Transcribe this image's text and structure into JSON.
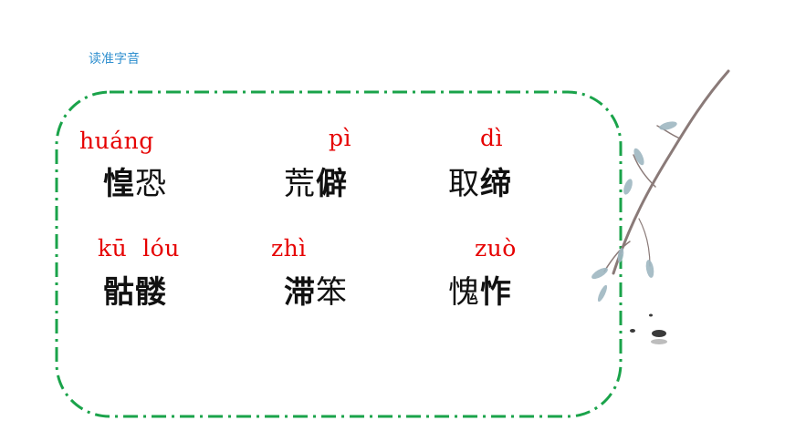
{
  "heading": "读准字音",
  "items": [
    {
      "pinyin": "huáng",
      "chars": [
        {
          "t": "惶",
          "bold": true
        },
        {
          "t": "恐",
          "bold": false
        }
      ]
    },
    {
      "pinyin": "pì",
      "chars": [
        {
          "t": "荒",
          "bold": false
        },
        {
          "t": "僻",
          "bold": true
        }
      ]
    },
    {
      "pinyin": "dì",
      "chars": [
        {
          "t": "取",
          "bold": false
        },
        {
          "t": "缔",
          "bold": true
        }
      ]
    },
    {
      "pinyin": "kū  lóu",
      "chars": [
        {
          "t": "骷",
          "bold": true
        },
        {
          "t": "髅",
          "bold": true
        }
      ]
    },
    {
      "pinyin": "zhì",
      "chars": [
        {
          "t": "滞",
          "bold": true
        },
        {
          "t": "笨",
          "bold": false
        }
      ]
    },
    {
      "pinyin": "zuò",
      "chars": [
        {
          "t": "愧",
          "bold": false
        },
        {
          "t": "怍",
          "bold": true
        }
      ]
    }
  ],
  "colors": {
    "border": "#1aa34a",
    "pinyin": "#e60000",
    "heading": "#2f8fcf"
  },
  "decoration": "willow-branch-icon"
}
